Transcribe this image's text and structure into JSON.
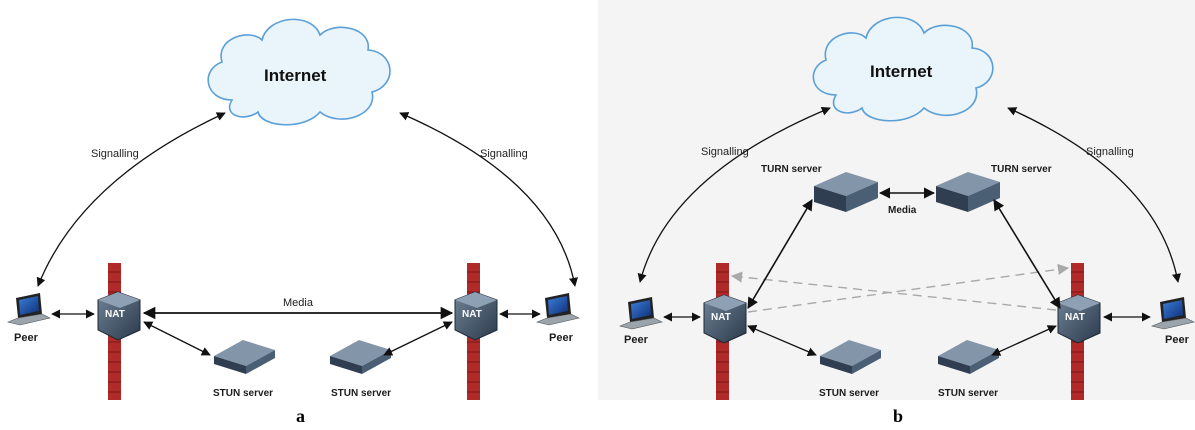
{
  "panel_a": {
    "letter": "a",
    "cloud": "Internet",
    "signalling_left": "Signalling",
    "signalling_right": "Signalling",
    "media": "Media",
    "nat_left": "NAT",
    "nat_right": "NAT",
    "peer_left": "Peer",
    "peer_right": "Peer",
    "stun_left": "STUN server",
    "stun_right": "STUN server"
  },
  "panel_b": {
    "letter": "b",
    "cloud": "Internet",
    "signalling_left": "Signalling",
    "signalling_right": "Signalling",
    "turn_left": "TURN server",
    "turn_right": "TURN server",
    "media": "Media",
    "nat_left": "NAT",
    "nat_right": "NAT",
    "peer_left": "Peer",
    "peer_right": "Peer",
    "stun_left": "STUN server",
    "stun_right": "STUN server"
  },
  "colors": {
    "cloud_fill": "#eaf4fb",
    "cloud_stroke": "#5a9fd8",
    "firewall": "#b02a2a",
    "device": "#3a4d63",
    "arrow": "#111111",
    "dashed": "#a9a9a9"
  }
}
